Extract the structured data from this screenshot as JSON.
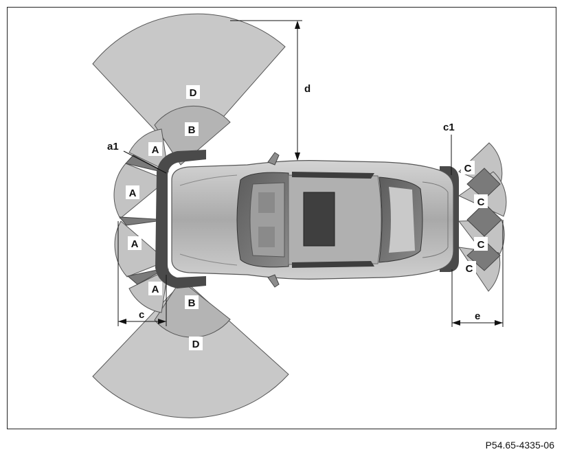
{
  "zones": {
    "A": "A",
    "B": "B",
    "C": "C",
    "D": "D"
  },
  "callouts": {
    "a1": "a1",
    "c1": "c1"
  },
  "dimensions": {
    "c": "c",
    "d": "d",
    "e": "e"
  },
  "figure_code": "P54.65-4335-06",
  "colors": {
    "zone_light": "#c8c8c8",
    "zone_dark": "#7a7a7a",
    "bumper": "#4a4a4a",
    "car_body": "#b8b8b8"
  }
}
